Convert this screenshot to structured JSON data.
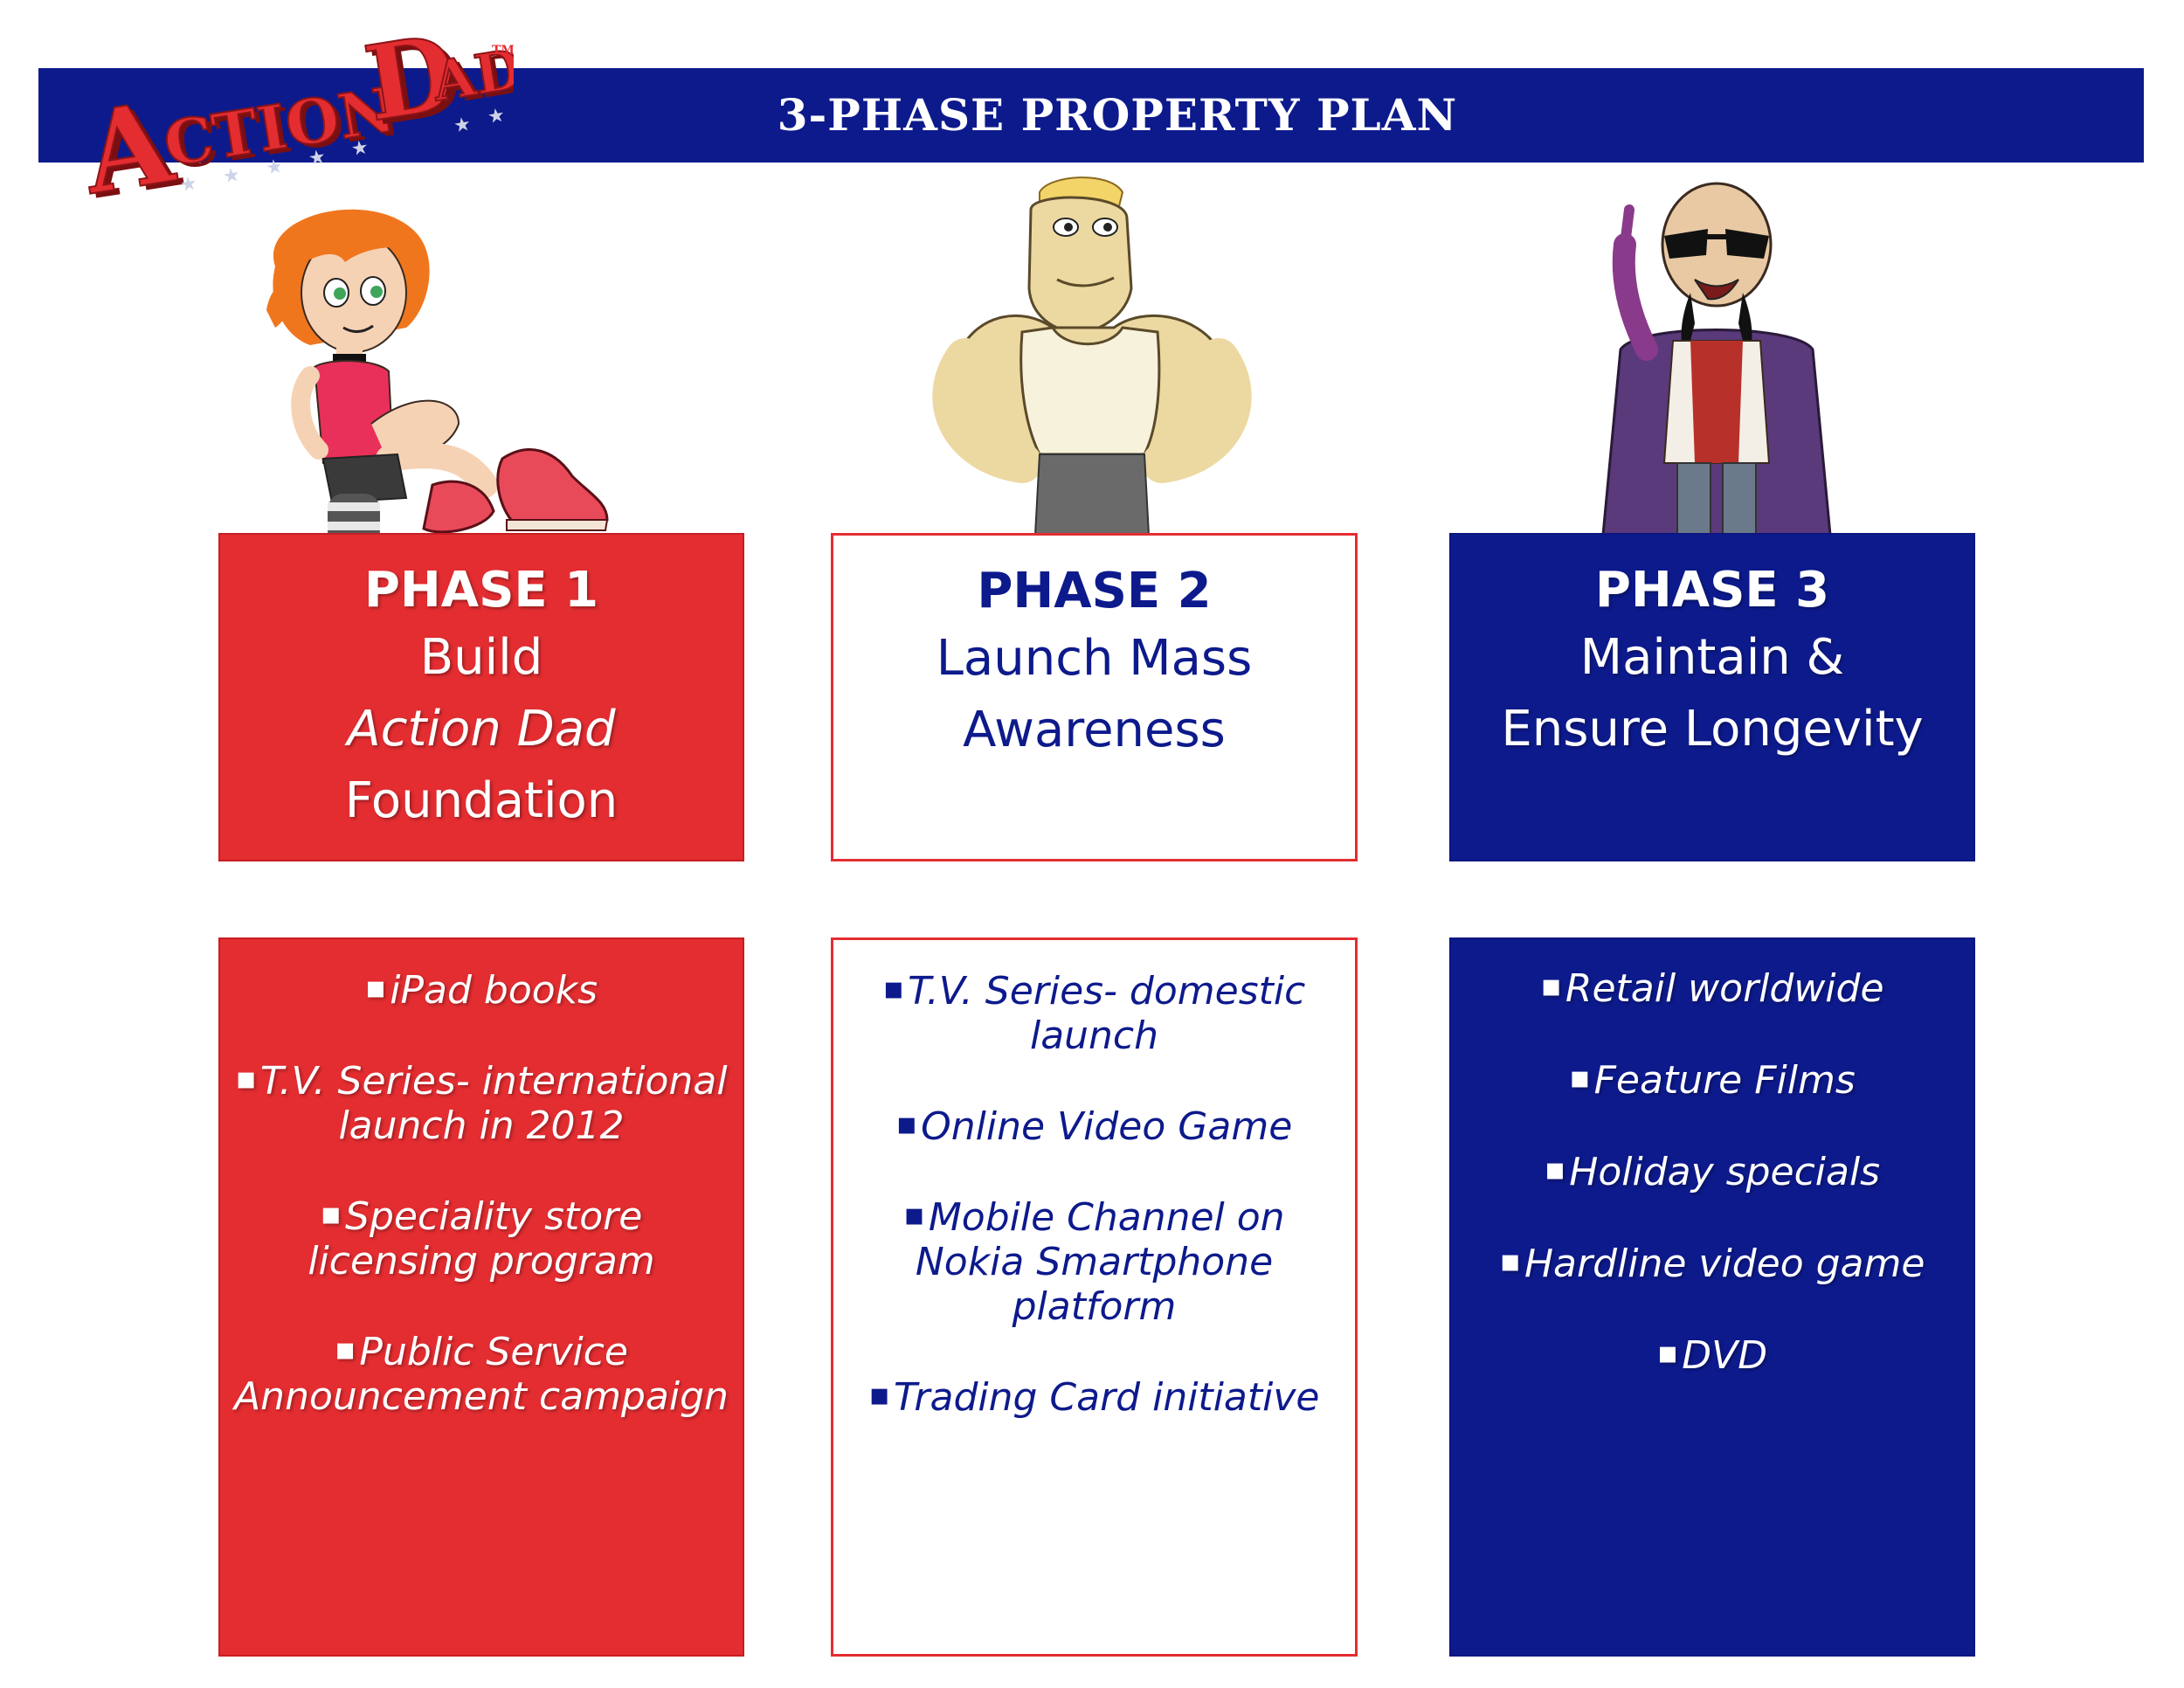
{
  "header": {
    "logo_text": "ACTION DAD",
    "trademark": "TM",
    "title": "3-PHASE PROPERTY PLAN"
  },
  "colors": {
    "red": "#e32d31",
    "navy": "#0d1a8c",
    "white": "#ffffff"
  },
  "phases": [
    {
      "heading": "PHASE 1",
      "lines": [
        "Build",
        "Action Dad",
        "Foundation"
      ],
      "items": [
        "iPad books",
        "T.V. Series- international launch in 2012",
        "Speciality store licensing program",
        "Public Service Announcement campaign"
      ]
    },
    {
      "heading": "PHASE 2",
      "lines": [
        "Launch Mass",
        "Awareness"
      ],
      "items": [
        "T.V. Series- domestic launch",
        "Online Video Game",
        "Mobile Channel on Nokia Smartphone platform",
        "Trading Card initiative"
      ]
    },
    {
      "heading": "PHASE 3",
      "lines": [
        "Maintain &",
        "Ensure Longevity"
      ],
      "items": [
        "Retail worldwide",
        "Feature Films",
        "Holiday specials",
        "Hardline video game",
        "DVD"
      ]
    }
  ],
  "bullet": "▪"
}
